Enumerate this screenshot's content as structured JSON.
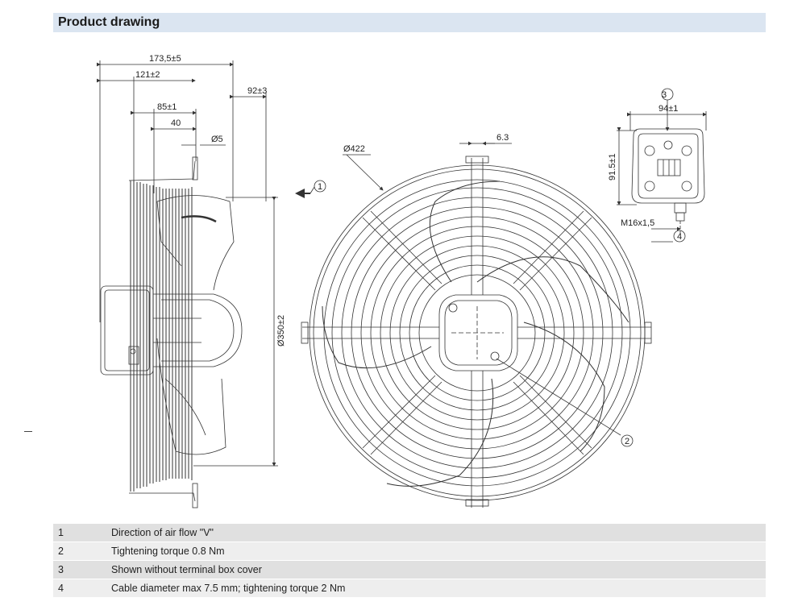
{
  "header": {
    "title": "Product drawing"
  },
  "side_view": {
    "dim_overall": "173,5±5",
    "dim_121": "121±2",
    "dim_92": "92±3",
    "dim_85": "85±1",
    "dim_40": "40",
    "dim_d5": "Ø5",
    "dim_d350": "Ø350±2"
  },
  "front_view": {
    "dim_d422": "Ø422",
    "dim_6_3": "6.3"
  },
  "terminal_box": {
    "dim_94": "94±1",
    "dim_91_5": "91.5±1",
    "thread": "M16x1,5"
  },
  "callouts": [
    "1",
    "2",
    "3",
    "4"
  ],
  "legend": [
    {
      "num": "1",
      "text": "Direction of air flow \"V\""
    },
    {
      "num": "2",
      "text": "Tightening torque 0.8 Nm"
    },
    {
      "num": "3",
      "text": "Shown without terminal box cover"
    },
    {
      "num": "4",
      "text": "Cable diameter max 7.5 mm; tightening torque 2 Nm"
    }
  ]
}
